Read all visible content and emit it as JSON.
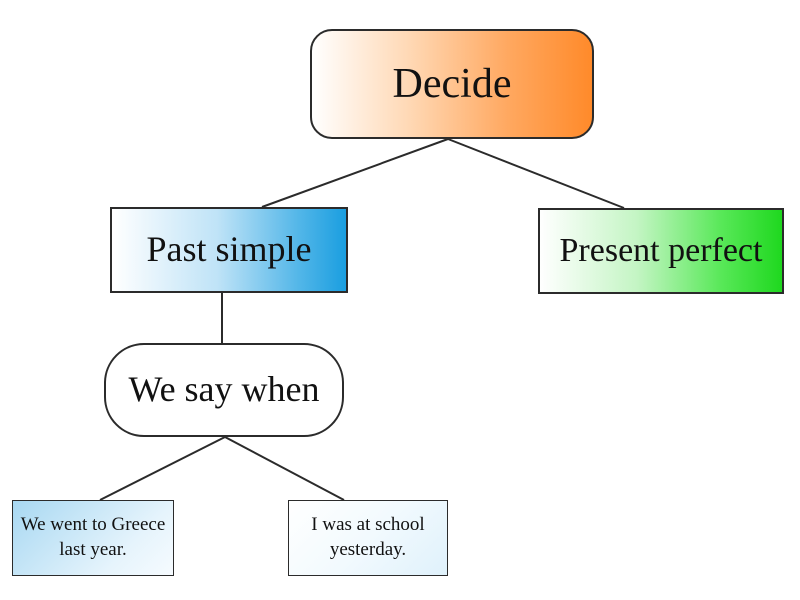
{
  "diagram": {
    "nodes": {
      "decide": "Decide",
      "past_simple": "Past simple",
      "present_perfect": "Present perfect",
      "we_say_when": "We say when",
      "example_1": "We went to Greece last year.",
      "example_2": "I was at school yesterday."
    },
    "edges": [
      {
        "from": "decide",
        "to": "past_simple"
      },
      {
        "from": "decide",
        "to": "present_perfect"
      },
      {
        "from": "past_simple",
        "to": "we_say_when"
      },
      {
        "from": "we_say_when",
        "to": "example_1"
      },
      {
        "from": "we_say_when",
        "to": "example_2"
      }
    ],
    "colors": {
      "decide_fill": "#ff8a2a",
      "past_simple_fill": "#1a9ee0",
      "present_perfect_fill": "#1fd81f",
      "example_fill": "#a8d8f2",
      "border": "#2b2b2b",
      "connector": "#2b2b2b"
    }
  }
}
